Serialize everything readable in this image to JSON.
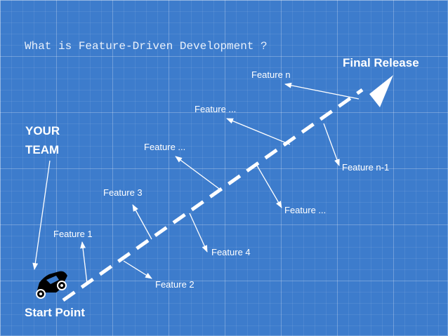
{
  "title": "What is Feature-Driven Development ?",
  "team": {
    "line1": "YOUR",
    "line2": "TEAM"
  },
  "start_point": "Start Point",
  "final_release": "Final Release",
  "features": [
    "Feature 1",
    "Feature 2",
    "Feature 3",
    "Feature 4",
    "Feature ...",
    "Feature ...",
    "Feature ...",
    "Feature n",
    "Feature n-1"
  ],
  "icons": {
    "vehicle": "car-icon"
  },
  "colors": {
    "background": "#3d7ccc",
    "foreground": "#ffffff"
  }
}
